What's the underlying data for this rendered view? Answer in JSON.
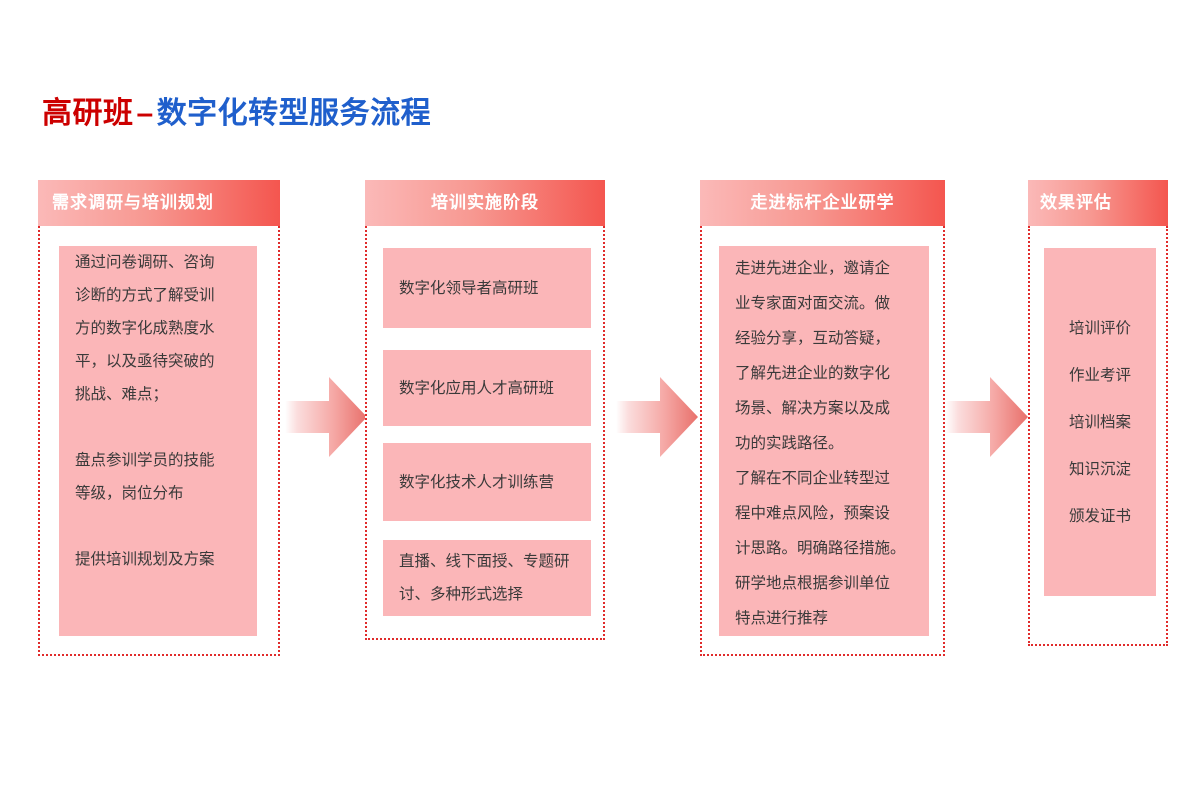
{
  "title": {
    "primary": "高研班",
    "separator": "–",
    "secondary": "数字化转型服务流程",
    "primary_color": "#CC0000",
    "secondary_color": "#1F5FCC"
  },
  "theme": {
    "header_gradient_start": "#FBB9B8",
    "header_gradient_end": "#F4564F",
    "card_fill": "#FBB6B8",
    "dotted_border": "#E02B2B",
    "body_text": "#3A3A3A",
    "header_text": "#FFFFFF"
  },
  "stages": [
    {
      "id": "stage-1",
      "header": "需求调研与培训规划",
      "header_align": "left",
      "cards": [
        {
          "id": "stage-1-card-1",
          "lines": [
            "通过问卷调研、咨询",
            "诊断的方式了解受训",
            "方的数字化成熟度水",
            "平，以及亟待突破的",
            "挑战、难点；",
            "",
            "盘点参训学员的技能",
            "等级，岗位分布",
            "",
            "提供培训规划及方案"
          ]
        }
      ]
    },
    {
      "id": "stage-2",
      "header": "培训实施阶段",
      "header_align": "center",
      "cards": [
        {
          "id": "stage-2-card-1",
          "lines": [
            "数字化领导者高研班"
          ]
        },
        {
          "id": "stage-2-card-2",
          "lines": [
            "数字化应用人才高研班"
          ]
        },
        {
          "id": "stage-2-card-3",
          "lines": [
            "数字化技术人才训练营"
          ]
        },
        {
          "id": "stage-2-card-4",
          "lines": [
            "直播、线下面授、专题研",
            "讨、多种形式选择"
          ]
        }
      ]
    },
    {
      "id": "stage-3",
      "header": "走进标杆企业研学",
      "header_align": "center",
      "cards": [
        {
          "id": "stage-3-card-1",
          "lines": [
            "走进先进企业，邀请企",
            "业专家面对面交流。做",
            "经验分享，互动答疑，",
            "了解先进企业的数字化",
            "场景、解决方案以及成",
            "功的实践路径。",
            "了解在不同企业转型过",
            "程中难点风险，预案设",
            "计思路。明确路径措施。",
            "研学地点根据参训单位",
            "特点进行推荐"
          ]
        }
      ]
    },
    {
      "id": "stage-4",
      "header": "效果评估",
      "header_align": "left",
      "cards": [
        {
          "id": "stage-4-card-1",
          "items": [
            "培训评价",
            "作业考评",
            "培训档案",
            "知识沉淀",
            "颁发证书"
          ]
        }
      ]
    }
  ],
  "arrows": [
    {
      "id": "arrow-1",
      "from": "stage-1",
      "to": "stage-2"
    },
    {
      "id": "arrow-2",
      "from": "stage-2",
      "to": "stage-3"
    },
    {
      "id": "arrow-3",
      "from": "stage-3",
      "to": "stage-4"
    }
  ]
}
